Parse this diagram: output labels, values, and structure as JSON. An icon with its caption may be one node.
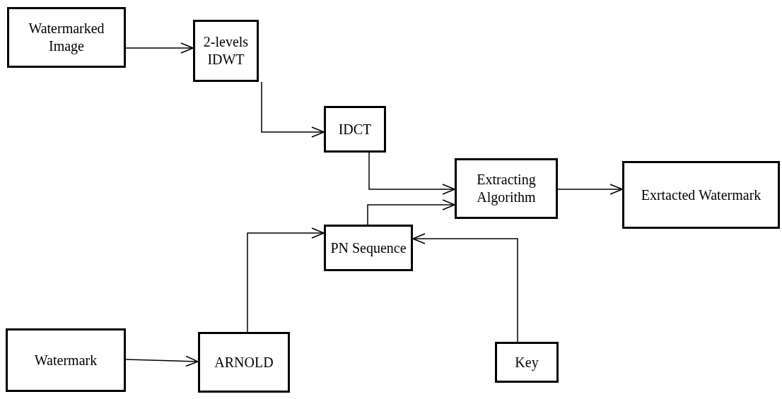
{
  "diagram": {
    "nodes": [
      {
        "text": [
          "Watermarked Image"
        ]
      },
      {
        "text": [
          "2-levels IDWT"
        ]
      },
      {
        "text": [
          "IDCT"
        ]
      },
      {
        "text": [
          "Extracting Algorithm"
        ]
      },
      {
        "text": [
          "Exrtacted Watermark"
        ]
      },
      {
        "text": [
          "PN Sequence"
        ]
      },
      {
        "text": [
          "Watermark"
        ]
      },
      {
        "text": [
          "ARNOLD"
        ]
      },
      {
        "text": [
          "Key"
        ]
      }
    ],
    "edges": [
      {
        "from": 0,
        "to": 1,
        "arrow": "to"
      },
      {
        "from": 1,
        "to": 2,
        "arrow": "to"
      },
      {
        "from": 2,
        "to": 3,
        "arrow": "to"
      },
      {
        "from": 5,
        "to": 3,
        "arrow": "to"
      },
      {
        "from": 3,
        "to": 4,
        "arrow": "to"
      },
      {
        "from": 7,
        "to": 5,
        "arrow": "to"
      },
      {
        "from": 8,
        "to": 5,
        "arrow": "to"
      },
      {
        "from": 6,
        "to": 7,
        "arrow": "to"
      }
    ]
  }
}
